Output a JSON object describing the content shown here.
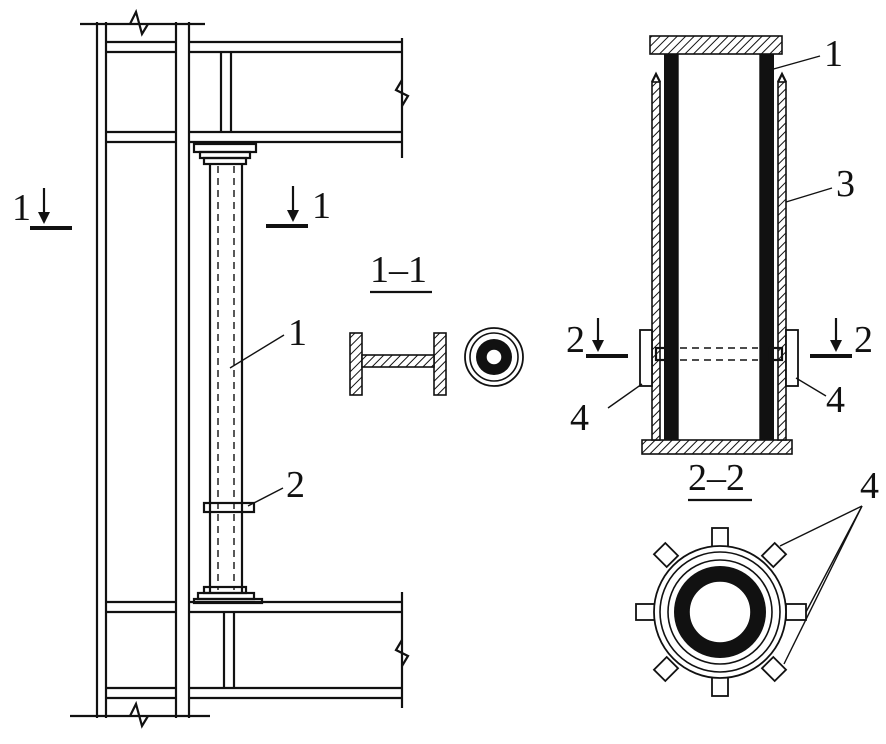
{
  "labels": {
    "left_brace_number": "1",
    "left_section_mark_left": "1",
    "left_section_mark_right": "1",
    "left_stud_number": "2",
    "section_1_title": "1–1",
    "right_top_number_1": "1",
    "right_number_3": "3",
    "right_section_mark_left": "2",
    "right_section_mark_right": "2",
    "right_number_4_left": "4",
    "right_number_4_right": "4",
    "section_2_title": "2–2",
    "bottom_number_4": "4"
  },
  "colors": {
    "ink": "#111111",
    "paper": "#ffffff"
  }
}
